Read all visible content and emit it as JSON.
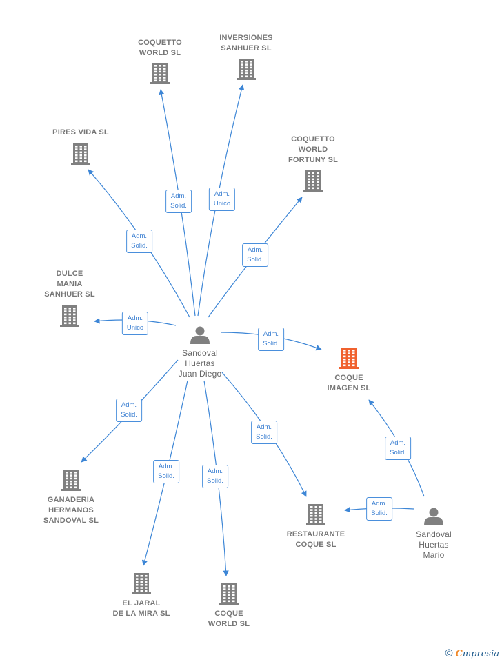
{
  "colors": {
    "edge": "#3d86d6",
    "building": "#808080",
    "building_main": "#f0612e",
    "person": "#808080"
  },
  "nodes": [
    {
      "id": "juan",
      "type": "person",
      "label": "Sandoval\nHuertas\nJuan Diego"
    },
    {
      "id": "mario",
      "type": "person",
      "label": "Sandoval\nHuertas\nMario"
    },
    {
      "id": "coque_imagen",
      "type": "company",
      "main": true,
      "label": "COQUE\nIMAGEN  SL"
    },
    {
      "id": "coquetto_world",
      "type": "company",
      "label": "COQUETTO\nWORLD  SL"
    },
    {
      "id": "inversiones",
      "type": "company",
      "label": "INVERSIONES\nSANHUER SL"
    },
    {
      "id": "pires",
      "type": "company",
      "label": "PIRES VIDA  SL"
    },
    {
      "id": "fortuny",
      "type": "company",
      "label": "COQUETTO\nWORLD\nFORTUNY  SL"
    },
    {
      "id": "dulce",
      "type": "company",
      "label": "DULCE\nMANIA\nSANHUER SL"
    },
    {
      "id": "ganaderia",
      "type": "company",
      "label": "GANADERIA\nHERMANOS\nSANDOVAL  SL"
    },
    {
      "id": "jaral",
      "type": "company",
      "label": "EL JARAL\nDE LA MIRA  SL"
    },
    {
      "id": "coque_world",
      "type": "company",
      "label": "COQUE\nWORLD  SL"
    },
    {
      "id": "restaurante",
      "type": "company",
      "label": "RESTAURANTE\nCOQUE SL"
    }
  ],
  "edges": [
    {
      "from": "juan",
      "to": "coquetto_world",
      "label": "Adm.\nSolid."
    },
    {
      "from": "juan",
      "to": "inversiones",
      "label": "Adm.\nUnico"
    },
    {
      "from": "juan",
      "to": "pires",
      "label": "Adm.\nSolid."
    },
    {
      "from": "juan",
      "to": "fortuny",
      "label": "Adm.\nSolid."
    },
    {
      "from": "juan",
      "to": "dulce",
      "label": "Adm.\nUnico"
    },
    {
      "from": "juan",
      "to": "coque_imagen",
      "label": "Adm.\nSolid."
    },
    {
      "from": "juan",
      "to": "ganaderia",
      "label": "Adm.\nSolid."
    },
    {
      "from": "juan",
      "to": "jaral",
      "label": "Adm.\nSolid."
    },
    {
      "from": "juan",
      "to": "coque_world",
      "label": "Adm.\nSolid."
    },
    {
      "from": "juan",
      "to": "restaurante",
      "label": "Adm.\nSolid."
    },
    {
      "from": "mario",
      "to": "coque_imagen",
      "label": "Adm.\nSolid."
    },
    {
      "from": "mario",
      "to": "restaurante",
      "label": "Adm.\nSolid."
    }
  ],
  "footer": {
    "copyright": "©",
    "brand_first": "C",
    "brand_rest": "mpresia"
  }
}
